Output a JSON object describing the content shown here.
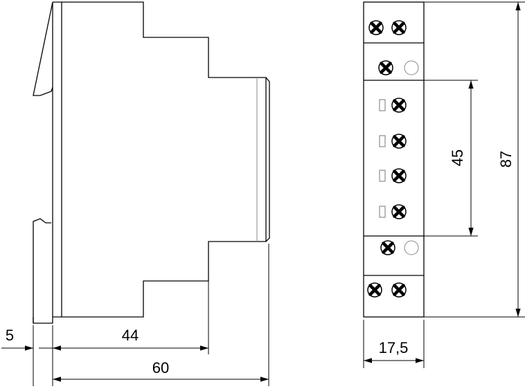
{
  "dimensions": {
    "offset_5": "5",
    "width_44": "44",
    "depth_60": "60",
    "height_45": "45",
    "height_87": "87",
    "width_17_5": "17,5"
  },
  "front_panel": {
    "sections": [
      {
        "name": "top-double-terminal",
        "terminals": 2,
        "led": false,
        "label_slot": false
      },
      {
        "name": "upper-terminal-with-indicator",
        "terminals": 1,
        "led": true,
        "label_slot": false
      },
      {
        "name": "middle-terminal-rows",
        "terminals": 4,
        "led": false,
        "label_slot": true
      },
      {
        "name": "lower-terminal-with-indicator",
        "terminals": 1,
        "led": true,
        "label_slot": false
      },
      {
        "name": "bottom-double-terminal",
        "terminals": 2,
        "led": false,
        "label_slot": false
      }
    ]
  },
  "icons": {
    "terminal": "screw-terminal-icon",
    "indicator": "indicator-light-icon",
    "label_slot": "label-slot-icon"
  }
}
